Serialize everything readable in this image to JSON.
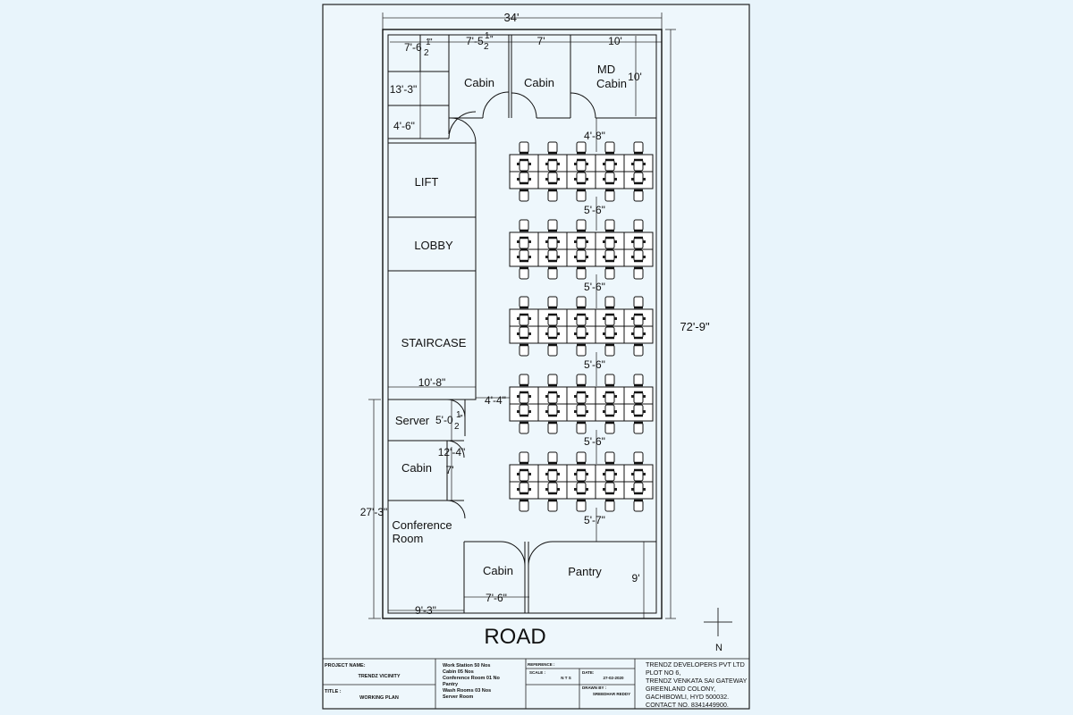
{
  "dimensions": {
    "overall_width": "34'",
    "top_left": "7'-6",
    "top_left_frac_num": "1",
    "top_left_frac_den": "2",
    "top_left_frac_tail": "\"",
    "cabin_a": "7'-5",
    "cabin_a_frac_num": "1",
    "cabin_a_frac_den": "2",
    "cabin_a_frac_tail": "\"",
    "cabin_b": "7'",
    "md_cabin_w": "10'",
    "md_cabin_h": "10'",
    "left_13": "13'-3\"",
    "left_4_6": "4'-6\"",
    "gap_4_8": "4'-8\"",
    "gap_5_6_a": "5'-6\"",
    "gap_5_6_b": "5'-6\"",
    "gap_5_6_c": "5'-6\"",
    "gap_5_6_d": "5'-6\"",
    "gap_5_7": "5'-7\"",
    "overall_height": "72'-9\"",
    "core_w": "10'-8\"",
    "aisle_4_4": "4'-4\"",
    "server_dim": "5'-0",
    "server_frac_num": "1",
    "server_frac_den": "2",
    "server_frac_tail": "\"",
    "cabin_12_4": "12'-4\"",
    "cabin_7": "7'",
    "left_27_3": "27'-3\"",
    "bottom_9_3": "9'-3\"",
    "bottom_7_6": "7'-6\"",
    "pantry_9": "9'"
  },
  "rooms": {
    "cabin_1": "Cabin",
    "cabin_2": "Cabin",
    "md_cabin_line1": "MD",
    "md_cabin_line2": "Cabin",
    "lift": "LIFT",
    "lobby": "LOBBY",
    "staircase": "STAIRCASE",
    "server": "Server",
    "cabin_left": "Cabin",
    "conference_line1": "Conference",
    "conference_line2": "Room",
    "cabin_bottom": "Cabin",
    "pantry": "Pantry"
  },
  "road": "ROAD",
  "north": "N",
  "title_block": {
    "project_name_label": "PROJECT  NAME:",
    "project_name": "TRENDZ VICINITY",
    "title_label": "TITLE :",
    "title": "WORKING PLAN",
    "schedule": [
      "Work Station 50 Nos",
      "Cabin 05 Nos",
      "Conference Room 01 No",
      "Pantry",
      "Wash Rooms 03 Nos",
      "Server Room"
    ],
    "reference_label": "REFERENCE :",
    "scale_label": "SCALE :",
    "scale": "N T S",
    "date_label": "DATE:",
    "date": "27-02-2020",
    "drawn_by_label": "DRAWN BY :",
    "drawn_by": "SREEDHAR REDDY",
    "company_lines": [
      "TRENDZ DEVELOPERS PVT LTD",
      "PLOT NO 6,",
      "TRENDZ VENKATA SAI GATEWAY",
      "GREENLAND COLONY,",
      "GACHIBOWLI, HYD 500032.",
      "CONTACT NO. 8341449900."
    ]
  },
  "workstations": {
    "rows": 5,
    "desks_per_row": 5,
    "seats_per_desk": 2,
    "total_label": "Work Station 50 Nos"
  }
}
